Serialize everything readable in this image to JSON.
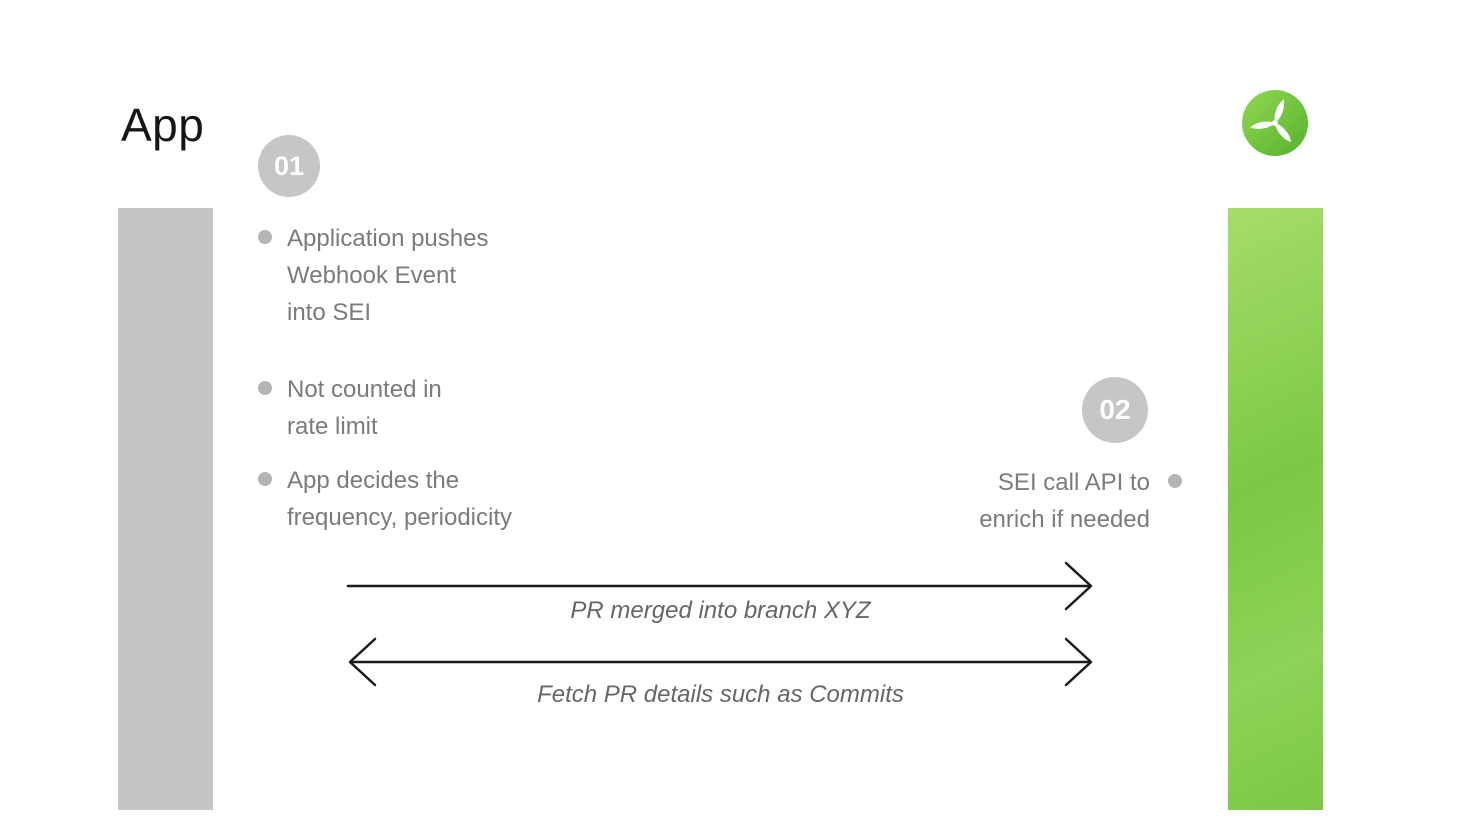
{
  "title": "App",
  "logo": {
    "name": "propeller-logo",
    "circle_color": "#6fc33c"
  },
  "step1": {
    "badge": "01",
    "bullets": [
      {
        "lines": [
          "Application pushes",
          "Webhook Event",
          "into SEI"
        ]
      },
      {
        "lines": [
          "Not counted in",
          "rate limit"
        ]
      },
      {
        "lines": [
          "App decides the",
          "frequency, periodicity"
        ]
      }
    ]
  },
  "step2": {
    "badge": "02",
    "lines": [
      "SEI call API to",
      "enrich if needed"
    ]
  },
  "arrows": [
    {
      "label": "PR merged into branch XYZ",
      "direction": "right"
    },
    {
      "label": "Fetch PR details such as Commits",
      "direction": "both"
    }
  ],
  "colors": {
    "gray_bar": "#c5c5c5",
    "green_bar_start": "#a6dd68",
    "green_bar_end": "#7cc847",
    "badge_gray": "#c6c6c6",
    "text_gray": "#7b7b7b",
    "label_gray": "#666666",
    "arrow_black": "#1a1a1a"
  }
}
